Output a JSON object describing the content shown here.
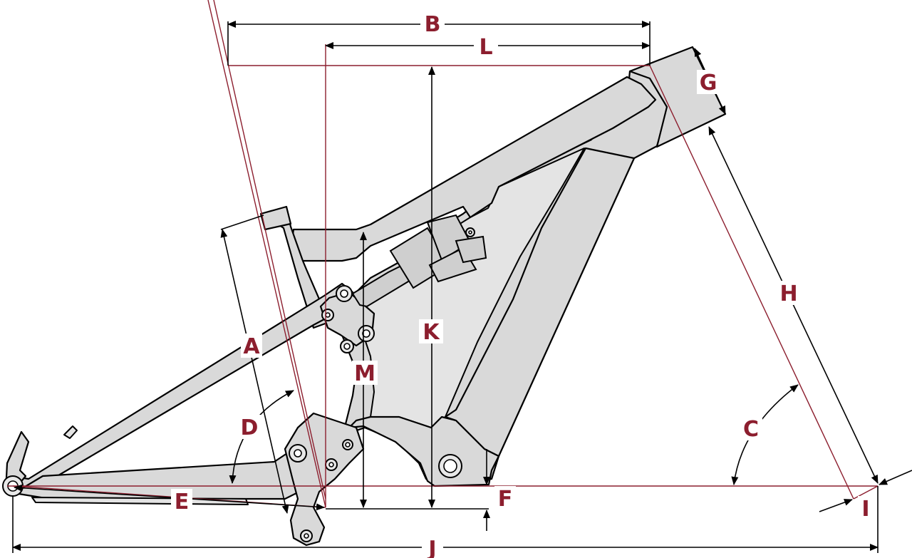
{
  "labels": {
    "A": "A",
    "B": "B",
    "C": "C",
    "D": "D",
    "E": "E",
    "F": "F",
    "G": "G",
    "H": "H",
    "I": "I",
    "J": "J",
    "K": "K",
    "L": "L",
    "M": "M"
  },
  "colors": {
    "label": "#8c1e2e",
    "reference_line": "#8c1e2e",
    "frame_fill": "#d9d9d9",
    "outline": "#000000"
  }
}
